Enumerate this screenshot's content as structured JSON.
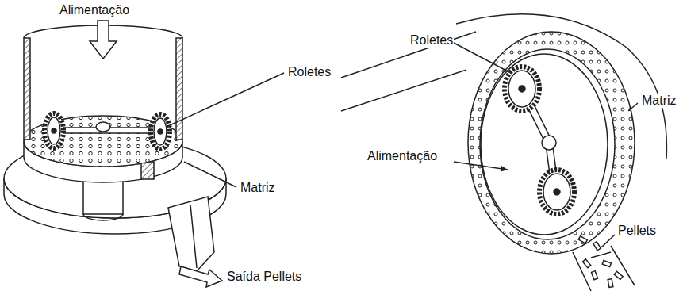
{
  "diagram": {
    "labels": [
      "Alimentação",
      "Roletes",
      "Matriz",
      "Saída Pellets",
      "Roletes",
      "Alimentação",
      "Matriz",
      "Pellets"
    ]
  }
}
